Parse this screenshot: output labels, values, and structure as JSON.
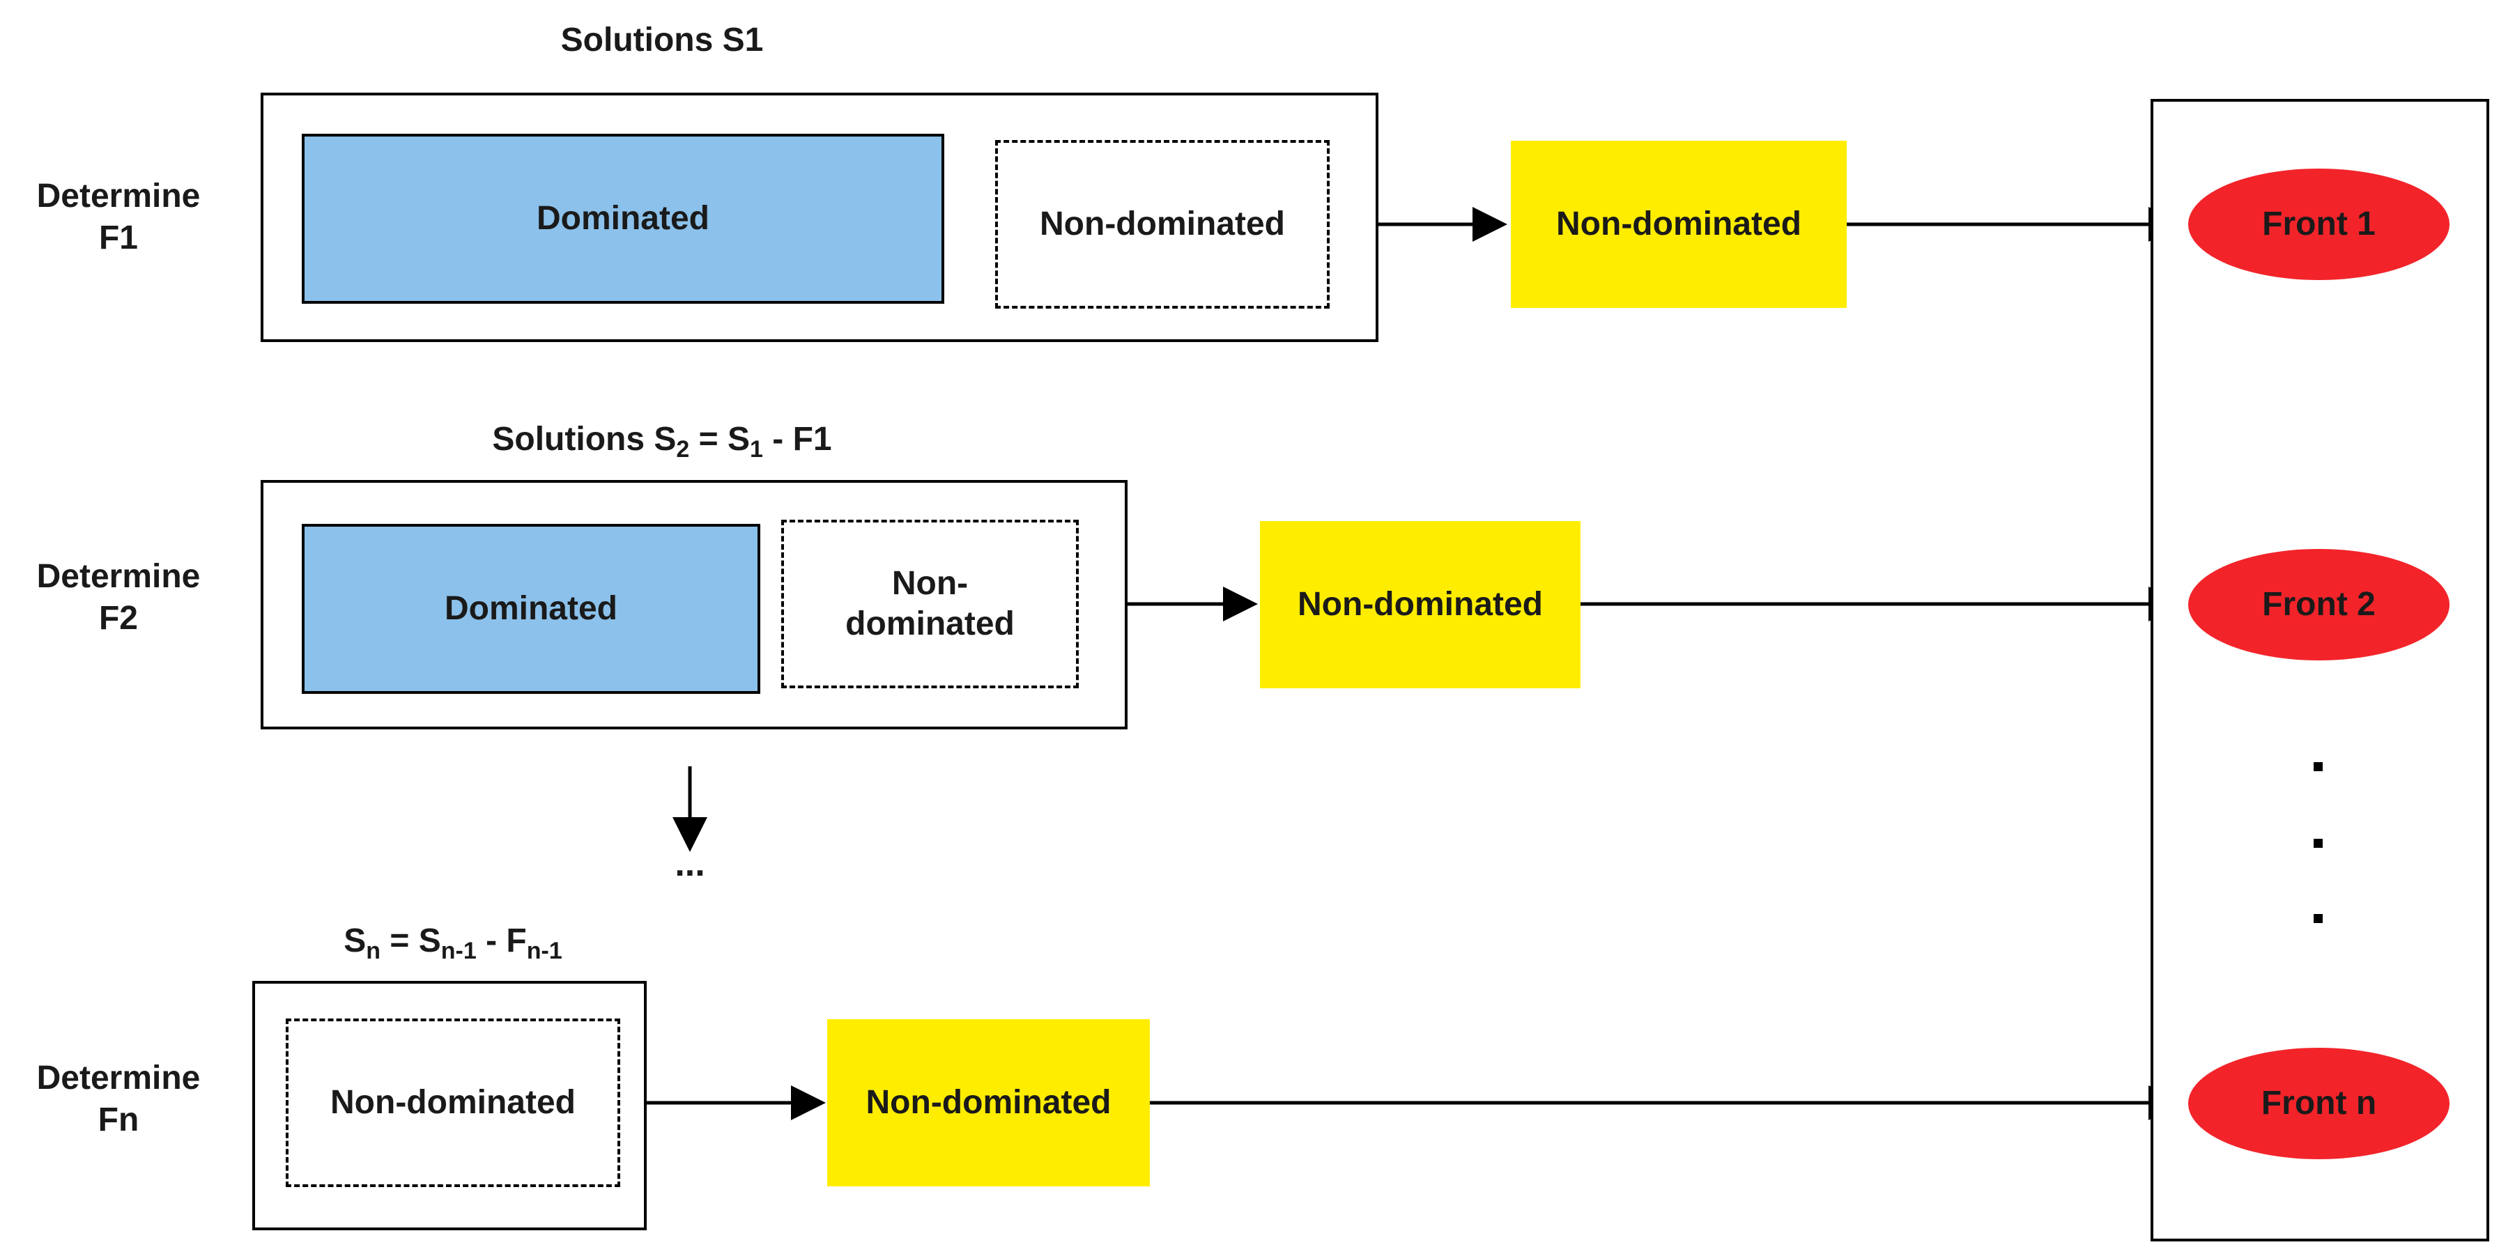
{
  "rows": [
    {
      "header": {
        "prefix": "Solutions S1"
      },
      "determine": [
        "Determine",
        "F1"
      ],
      "dominated_label": "Dominated",
      "nondominated_label": "Non-dominated",
      "yellow_label": "Non-dominated",
      "front_label": "Front 1"
    },
    {
      "header": {
        "prefix": "Solutions S",
        "s_sub": "2",
        "eq": " = S",
        "s1_sub": "1",
        "tail": " - F1"
      },
      "determine": [
        "Determine",
        "F2"
      ],
      "dominated_label": "Dominated",
      "nondominated_label": [
        "Non-",
        "dominated"
      ],
      "yellow_label": "Non-dominated",
      "front_label": "Front 2"
    },
    {
      "header": {
        "prefix": "S",
        "s_sub": "n",
        "eq": " = S",
        "s1_sub": "n-1",
        "mid": " - F",
        "f_sub": "n-1"
      },
      "determine": [
        "Determine",
        "Fn"
      ],
      "nondominated_label": "Non-dominated",
      "yellow_label": "Non-dominated",
      "front_label": "Front n"
    }
  ],
  "ellipsis_label": "...",
  "colors": {
    "dominated_fill": "#8bc1ea",
    "nondominated_output_fill": "#ffed00",
    "front_fill": "#f2242a",
    "stroke": "#000000"
  }
}
